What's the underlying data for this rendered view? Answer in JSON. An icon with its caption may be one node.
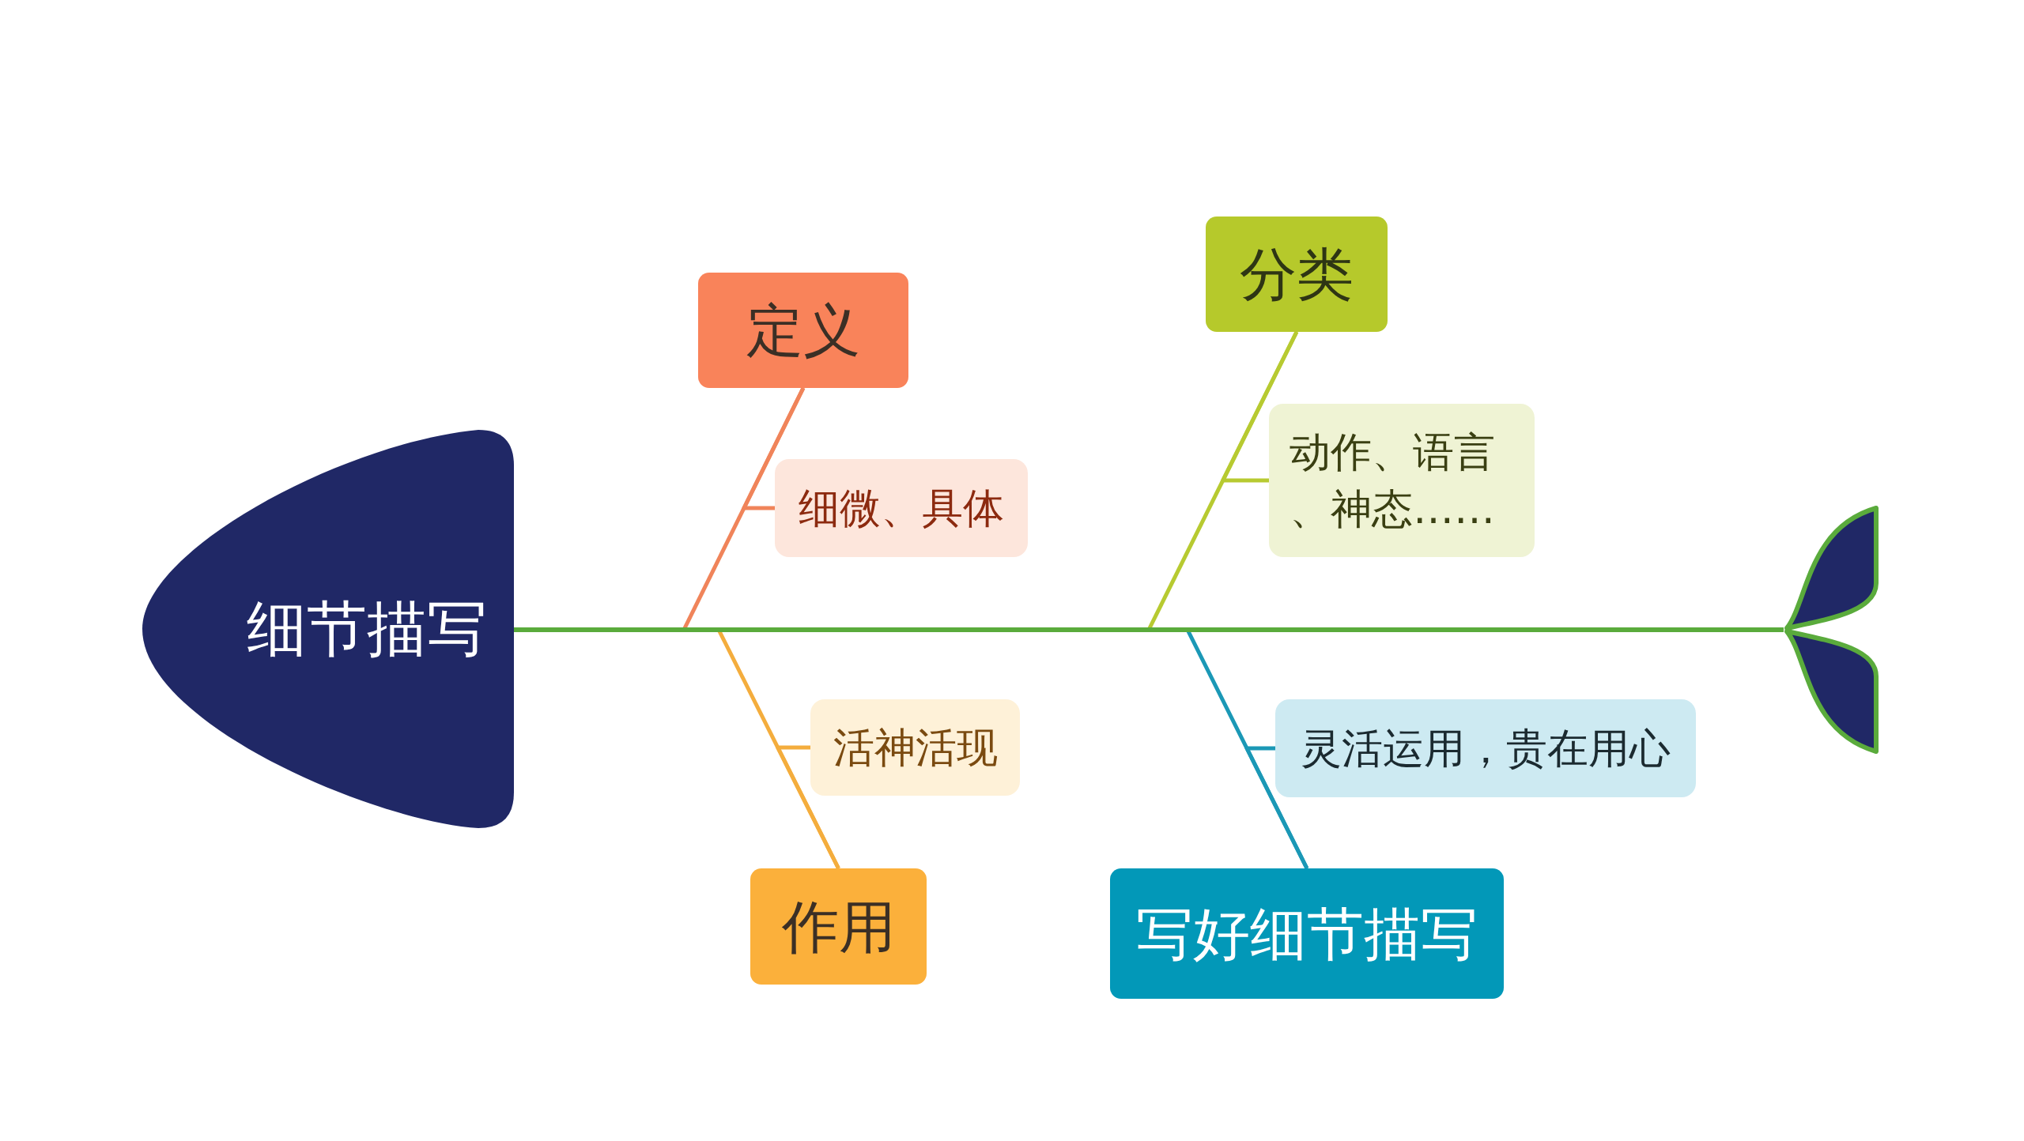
{
  "diagram": {
    "nodes": [
      {
        "text": [
          "细节描写"
        ]
      },
      {
        "text": [
          "定义"
        ]
      },
      {
        "text": [
          "细微、具体"
        ]
      },
      {
        "text": [
          "作用"
        ]
      },
      {
        "text": [
          "活神活现"
        ]
      },
      {
        "text": [
          "分类"
        ]
      },
      {
        "text": [
          "动作、语言、神态……"
        ]
      },
      {
        "text": [
          "写好细节描写"
        ]
      },
      {
        "text": [
          "灵活运用，贵在用心"
        ]
      },
      {
        "text": [],
        "shape": "picture"
      }
    ],
    "edges": [
      {
        "from": 0,
        "to": 9,
        "arrow": "none",
        "color": "#5aab3c"
      },
      {
        "from": 1,
        "to": null,
        "arrow": "none",
        "color": "#f0845a"
      },
      {
        "from": 2,
        "to": 1,
        "arrow": "none",
        "color": "#f0845a"
      },
      {
        "from": 3,
        "to": null,
        "arrow": "none",
        "color": "#f4ad3d"
      },
      {
        "from": 4,
        "to": 3,
        "arrow": "none",
        "color": "#f4ad3d"
      },
      {
        "from": 5,
        "to": null,
        "arrow": "none",
        "color": "#b7ca31"
      },
      {
        "from": 6,
        "to": 5,
        "arrow": "none",
        "color": "#b7ca31"
      },
      {
        "from": 7,
        "to": null,
        "arrow": "none",
        "color": "#1b98b6"
      },
      {
        "from": 8,
        "to": 7,
        "arrow": "none",
        "color": "#1b98b6"
      }
    ]
  }
}
